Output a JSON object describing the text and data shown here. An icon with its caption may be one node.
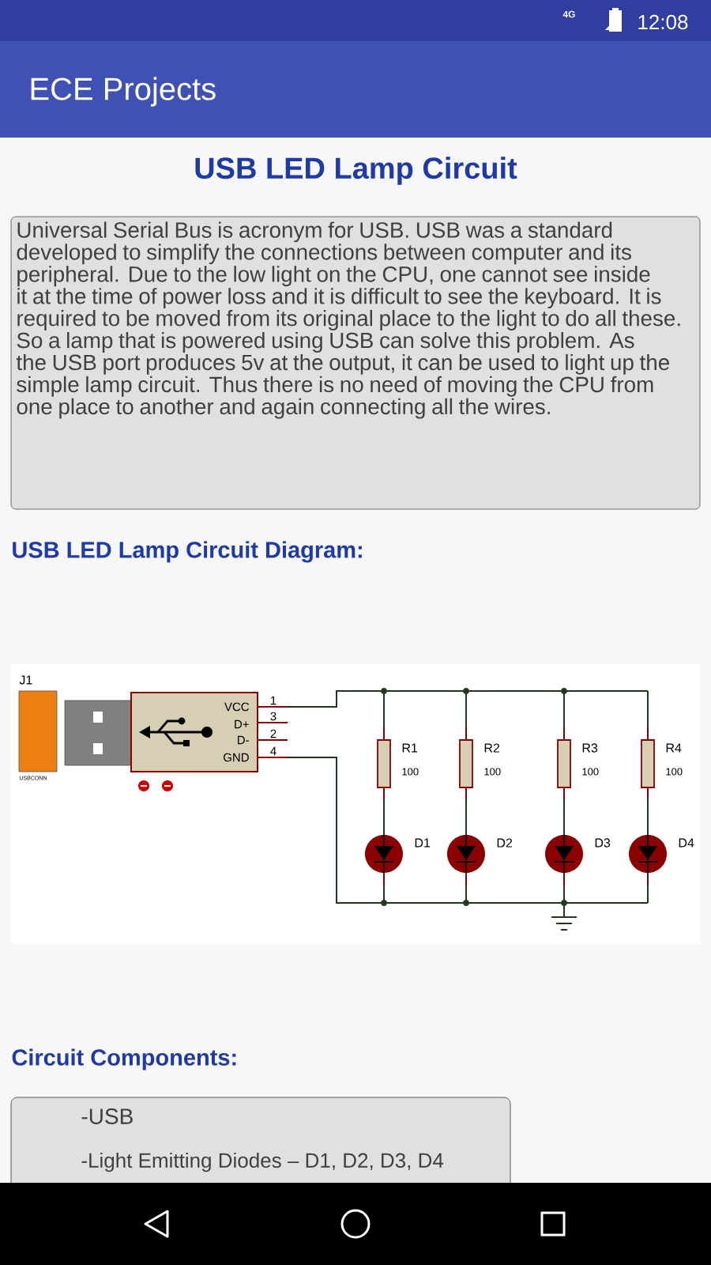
{
  "diagram": {
    "title": "USB LED Lamp Circuit",
    "labels": [
      "4G",
      "12:08",
      "ECE Projects",
      "Universal Serial Bus is acronym for USB. USB was a standard developed to simplify the connections between computer and its peripheral. Due to the low light on the CPU, one cannot see inside it at the time of power loss and it is difficult to see the keyboard. It is required to be moved from its original place to the light to do all these. So a lamp that is powered using USB can solve this problem. As the USB port produces 5v at the output, it can be used to light up the simple lamp circuit. Thus there is no need of moving the CPU from one place to another and again connecting all the wires.",
      "USB LED Lamp Circuit Diagram:",
      "J1",
      "USBCONN",
      "VCC",
      "D+",
      "D-",
      "GND",
      "1",
      "3",
      "2",
      "4",
      "R1",
      "100",
      "R2",
      "100",
      "R3",
      "100",
      "R4",
      "100",
      "D1",
      "D2",
      "D3",
      "D4",
      "Circuit Components:",
      "-USB",
      "-Light Emitting Diodes – D1, D2, D3, D4"
    ]
  }
}
